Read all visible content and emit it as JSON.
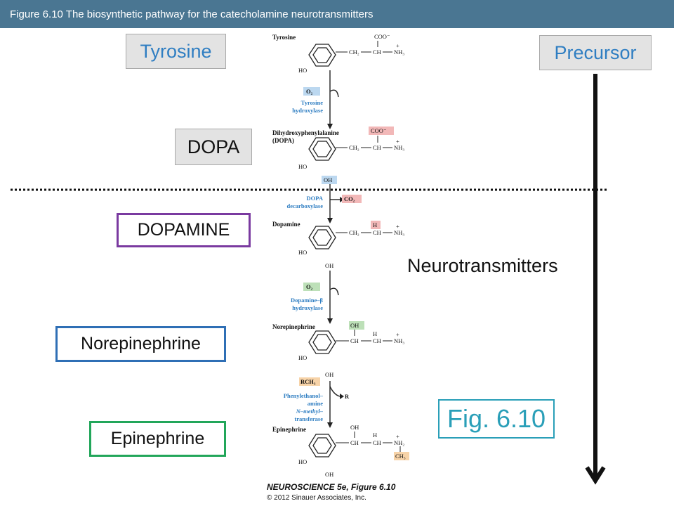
{
  "header": {
    "title": "Figure 6.10  The biosynthetic pathway for the catecholamine neurotransmitters"
  },
  "labels": {
    "tyrosine": "Tyrosine",
    "precursor": "Precursor",
    "dopa": "DOPA",
    "dopamine": "DOPAMINE",
    "neurotransmitters": "Neurotransmitters",
    "norepinephrine": "Norepinephrine",
    "epinephrine": "Epinephrine",
    "fig": "Fig. 6.10"
  },
  "colors": {
    "header": "#4a7692",
    "dopamine_border": "#7a3aa0",
    "norepinephrine_border": "#2f6fb5",
    "epinephrine_border": "#22a65a",
    "fig_border": "#2a9fb8",
    "blue_highlight": "#bcd8f0",
    "red_highlight": "#f2b8b8",
    "green_highlight": "#bde0b8",
    "orange_highlight": "#f7d3a8",
    "enzyme_text": "#2f7ec2"
  },
  "pathway": {
    "compounds": {
      "tyrosine": "Tyrosine",
      "dopa_line1": "Dihydroxyphenylalanine",
      "dopa_line2": "(DOPA)",
      "dopamine": "Dopamine",
      "norepinephrine": "Norepinephrine",
      "epinephrine": "Epinephrine"
    },
    "enzymes": {
      "tyrosine_hydroxylase_1": "Tyrosine",
      "tyrosine_hydroxylase_2": "hydroxylase",
      "dopa_decarboxylase_1": "DOPA",
      "dopa_decarboxylase_2": "decarboxylase",
      "dbh_1": "Dopamine–β",
      "dbh_2": "hydroxylase",
      "pnmt_1": "Phenylethanol–",
      "pnmt_2": "amine",
      "pnmt_3": "N–methyl–",
      "pnmt_4": "transferase"
    },
    "cofactors": {
      "o2_a": "O₂",
      "co2": "CO₂",
      "o2_b": "O₂",
      "rch3": "RCH₃",
      "r": "R"
    },
    "groups": {
      "ho": "HO",
      "oh": "OH",
      "coo": "COO⁻",
      "nh3": "NH₃",
      "nh2": "NH₂",
      "plus": "+",
      "h": "H",
      "ch2": "CH₂",
      "ch": "CH",
      "ch3": "CH₃",
      "dash": "—",
      "pipe": "|"
    },
    "credit_line1": "NEUROSCIENCE 5e, Figure 6.10",
    "credit_line2": "© 2012 Sinauer Associates, Inc."
  }
}
